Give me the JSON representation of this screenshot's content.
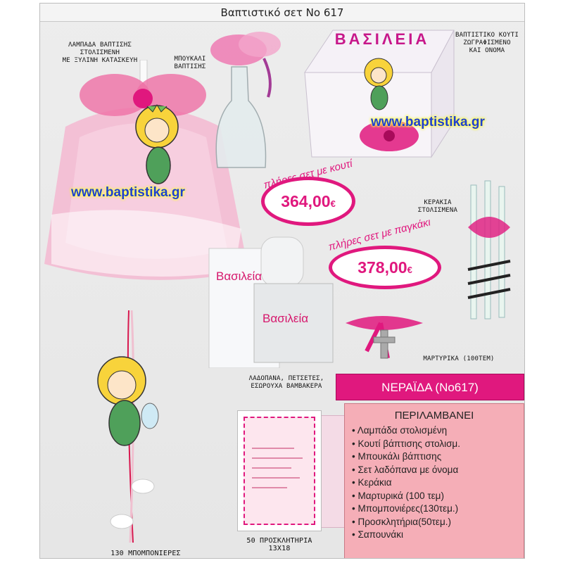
{
  "title": "Βαπτιστικό σετ Νο 617",
  "watermark": "www.baptistika.gr",
  "box_name": "ΒΑΣΙΛΕΙΑ",
  "embroidered_name": "Βασιλεία",
  "labels": {
    "candle": [
      "ΛΑΜΠΑΔΑ ΒΑΠΤΙΣΗΣ",
      "ΣΤΟΛΙΣΜΕΝΗ",
      "ΜΕ ΞΥΛΙΝΗ ΚΑΤΑΣΚΕΥΗ"
    ],
    "bottle": [
      "ΜΠΟΥΚΑΛΙ",
      "ΒΑΠΤΙΣΗΣ"
    ],
    "box": [
      "ΒΑΠΤΙΣΤΙΚΟ ΚΟΥΤΙ",
      "ΖΩΓΡΑΦΙΣΜΕΝΟ",
      "ΚΑΙ ΟΝΟΜΑ"
    ],
    "small_candles": [
      "ΚΕΡΑΚΙΑ",
      "ΣΤΟΛΙΣΜΕΝΑ"
    ],
    "martyrika": "ΜΑΡΤΥΡΙΚΑ (100ΤΕΜ)",
    "oil_set": [
      "ΛΑΔΟΠΑΝΑ, ΠΕΤΣΕΤΕΣ,",
      "ΕΣΩΡΟΥΧΑ ΒΑΜΒΑΚΕΡΑ"
    ],
    "invitations": [
      "50 ΠΡΟΣΚΛΗΤΗΡΙΑ",
      "13Χ18"
    ],
    "favors": "130 ΜΠΟΜΠΟΝΙΕΡΕΣ"
  },
  "offers": [
    {
      "label": "πλήρες σετ με κουτί",
      "price": "364,00",
      "currency": "€"
    },
    {
      "label": "πλήρες σετ με παγκάκι",
      "price": "378,00",
      "currency": "€"
    }
  ],
  "theme_name": "ΝΕΡΑΪΔΑ (Νο617)",
  "includes": {
    "heading": "ΠΕΡΙΛΑΜΒΑΝΕΙ",
    "items": [
      "Λαμπάδα στολισμένη",
      "Κουτί βάπτισης στολισμ.",
      "Μπουκάλι βάπτισης",
      "Σετ λαδόπανα με όνομα",
      "Κεράκια",
      "Μαρτυρικά (100 τεμ)",
      "Μπομπονιέρες(130τεμ.)",
      "Προσκλητήρια(50τεμ.)",
      "Σαπουνάκι"
    ]
  },
  "colors": {
    "accent_pink": "#e0187e",
    "watermark_blue": "#1f3fd0",
    "includes_bg": "#f5aeb7"
  }
}
